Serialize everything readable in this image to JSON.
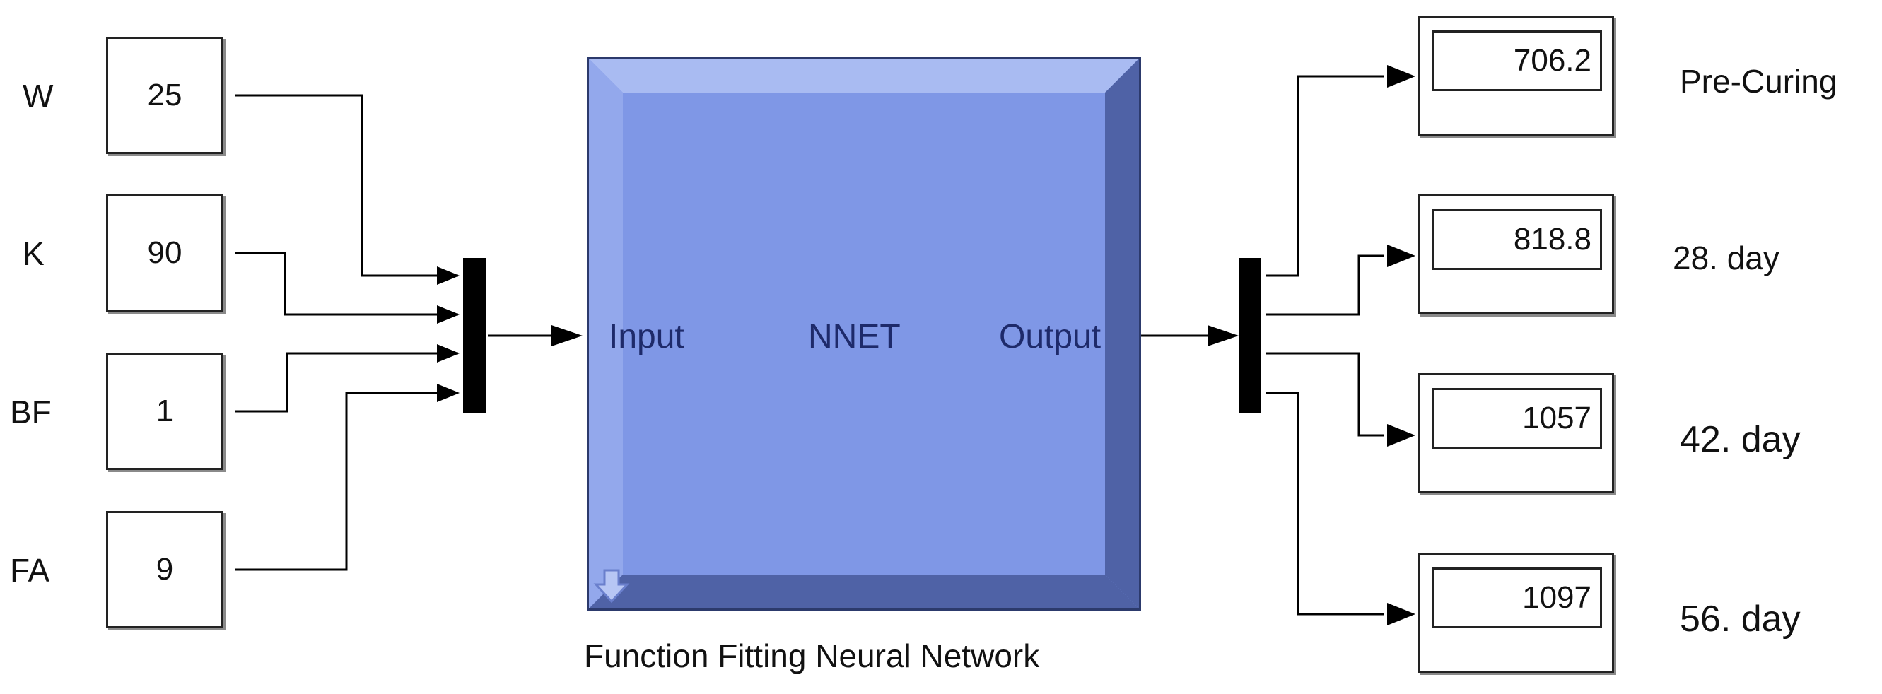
{
  "inputs": [
    {
      "label": "W",
      "value": "25"
    },
    {
      "label": "K",
      "value": "90"
    },
    {
      "label": "BF",
      "value": "1"
    },
    {
      "label": "FA",
      "value": "9"
    }
  ],
  "nnet": {
    "input_port": "Input",
    "name": "NNET",
    "output_port": "Output",
    "caption": "Function Fitting Neural Network"
  },
  "outputs": [
    {
      "value": "706.2",
      "label": "Pre-Curing"
    },
    {
      "value": "818.8",
      "label": "28. day"
    },
    {
      "value": "1057",
      "label": "42. day"
    },
    {
      "value": "1097",
      "label": "56. day"
    }
  ],
  "colors": {
    "block_face": "#7f97e6",
    "block_highlight": "#a9bbf2",
    "block_shadow": "#4f62a6",
    "wire": "#000000"
  },
  "icons": [
    "download-arrow-icon"
  ]
}
